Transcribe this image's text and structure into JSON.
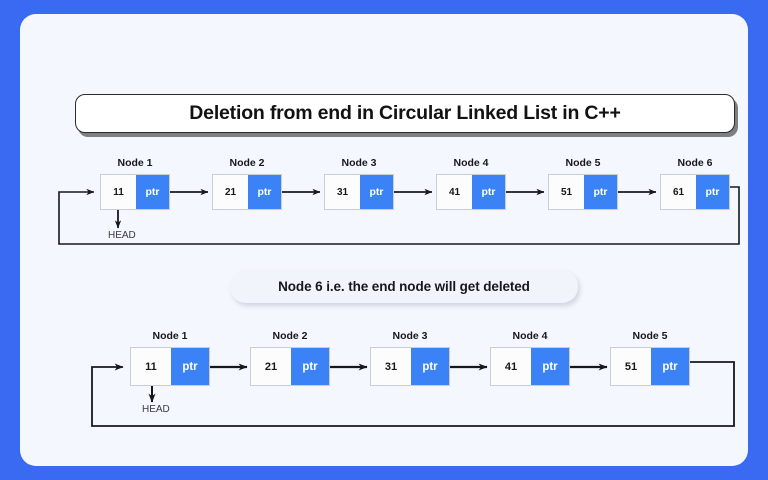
{
  "theme": {
    "frame_color": "#3b6af2",
    "panel_color": "#f4f7fd",
    "node_ptr_color": "#3b82f6",
    "node_value_color": "#fcfcfc",
    "node_border_color": "#c9cdd6",
    "wire_color": "#16181d",
    "text_color": "#16181d"
  },
  "title": {
    "text": "Deletion from end in Circular Linked List in C++"
  },
  "caption": {
    "text": "Node 6 i.e. the end node will get deleted"
  },
  "head_label": "HEAD",
  "ptr_label": "ptr",
  "diagrams": [
    {
      "name": "before-deletion",
      "nodes": [
        {
          "label": "Node 1",
          "value": "11",
          "ptr": "ptr"
        },
        {
          "label": "Node 2",
          "value": "21",
          "ptr": "ptr"
        },
        {
          "label": "Node 3",
          "value": "31",
          "ptr": "ptr"
        },
        {
          "label": "Node 4",
          "value": "41",
          "ptr": "ptr"
        },
        {
          "label": "Node 5",
          "value": "51",
          "ptr": "ptr"
        },
        {
          "label": "Node 6",
          "value": "61",
          "ptr": "ptr"
        }
      ],
      "head_points_to": "Node 1",
      "circular": true
    },
    {
      "name": "after-deletion",
      "nodes": [
        {
          "label": "Node 1",
          "value": "11",
          "ptr": "ptr"
        },
        {
          "label": "Node 2",
          "value": "21",
          "ptr": "ptr"
        },
        {
          "label": "Node 3",
          "value": "31",
          "ptr": "ptr"
        },
        {
          "label": "Node 4",
          "value": "41",
          "ptr": "ptr"
        },
        {
          "label": "Node 5",
          "value": "51",
          "ptr": "ptr"
        }
      ],
      "head_points_to": "Node 1",
      "circular": true
    }
  ]
}
